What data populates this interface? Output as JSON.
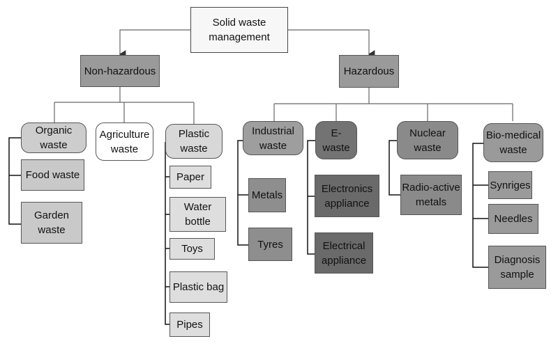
{
  "diagram": {
    "root": "Solid waste\nmanagement",
    "non_hazardous": {
      "label": "Non-hazardous",
      "organic": {
        "label": "Organic\nwaste",
        "items": [
          "Food waste",
          "Garden\nwaste"
        ]
      },
      "agriculture": {
        "label": "Agriculture\nwaste"
      },
      "plastic": {
        "label": "Plastic\nwaste",
        "items": [
          "Paper",
          "Water\nbottle",
          "Toys",
          "Plastic bag",
          "Pipes"
        ]
      }
    },
    "hazardous": {
      "label": "Hazardous",
      "industrial": {
        "label": "Industrial\nwaste",
        "items": [
          "Metals",
          "Tyres"
        ]
      },
      "ewaste": {
        "label": "E-\nwaste",
        "items": [
          "Electronics\nappliance",
          "Electrical\nappliance"
        ]
      },
      "nuclear": {
        "label": "Nuclear\nwaste",
        "items": [
          "Radio-active\nmetals"
        ]
      },
      "biomedical": {
        "label": "Bio-medical\nwaste",
        "items": [
          "Synriges",
          "Needles",
          "Diagnosis\nsample"
        ]
      }
    }
  }
}
